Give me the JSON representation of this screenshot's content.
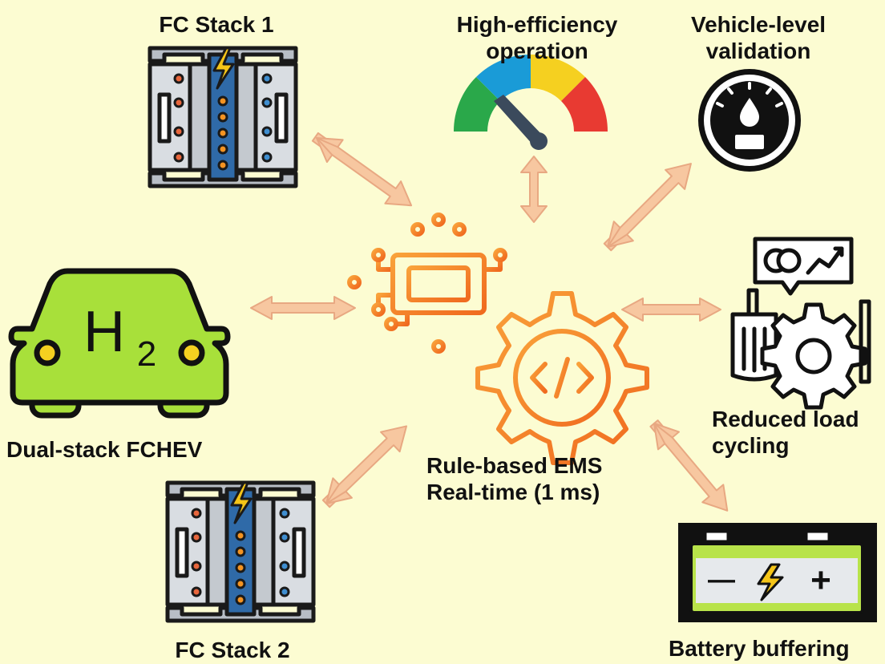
{
  "nodes": {
    "fc_stack_1": "FC Stack 1",
    "efficiency": [
      "High-efficiency",
      "operation"
    ],
    "validation": [
      "Vehicle-level",
      "validation"
    ],
    "vehicle": "Dual-stack FCHEV",
    "ems": [
      "Rule-based EMS",
      "Real-time (1 ms)"
    ],
    "load_cycling": [
      "Reduced load",
      "cycling"
    ],
    "fc_stack_2": "FC Stack 2",
    "battery": "Battery buffering"
  },
  "icons": {
    "center": "processor-gear-code-icon",
    "stack": "fuel-cell-stack-icon",
    "gauge": "efficiency-gauge-icon",
    "fuel": "fuel-gauge-icon",
    "car": "hydrogen-car-icon",
    "machinery": "motor-gear-chart-icon",
    "battery": "battery-icon"
  },
  "battery_symbols": {
    "minus": "—",
    "plus": "+"
  },
  "car_symbol": {
    "main": "H",
    "sub": "2"
  },
  "code_symbol": "</>",
  "colors": {
    "background": "#fcfcd2",
    "arrow": "#f7c7a0",
    "arrow_stroke": "#e8a882",
    "center_orange": "#f39322",
    "car_green": "#a8e03a",
    "stack_blue": "#2f6aa8",
    "battery_green": "#b8e34a"
  }
}
